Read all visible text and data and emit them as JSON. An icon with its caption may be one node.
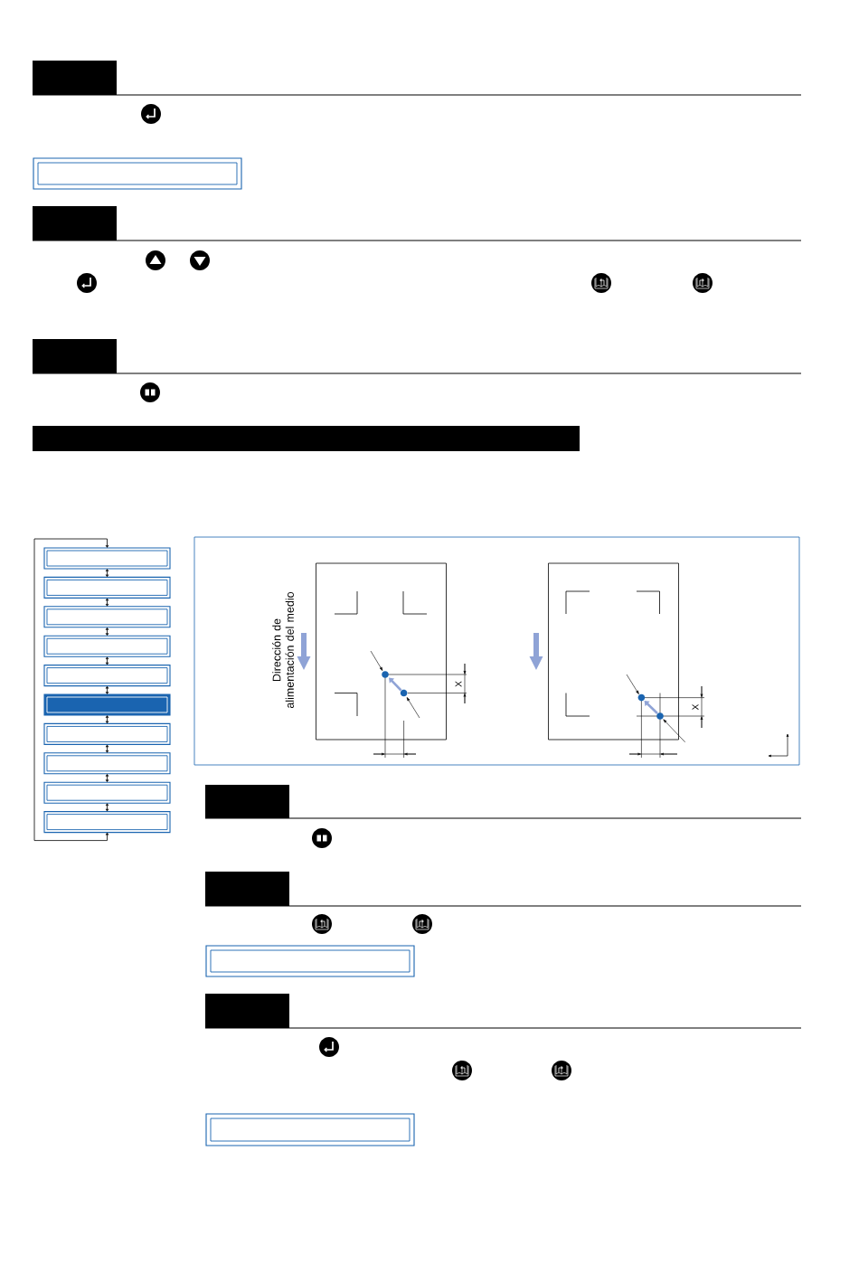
{
  "diagram": {
    "nodes": [
      {
        "text": [],
        "shape": "box"
      },
      {
        "text": [],
        "shape": "box"
      },
      {
        "text": [],
        "shape": "box"
      },
      {
        "text": [],
        "shape": "box"
      },
      {
        "text": [],
        "shape": "box"
      },
      {
        "text": [],
        "shape": "box"
      },
      {
        "text": [],
        "shape": "box"
      },
      {
        "text": [],
        "shape": "box"
      },
      {
        "text": [],
        "shape": "box"
      },
      {
        "text": [],
        "shape": "box"
      },
      {
        "text": [],
        "shape": "box"
      },
      {
        "text": [],
        "shape": "box"
      },
      {
        "text": [],
        "shape": "box"
      },
      {
        "text": [],
        "shape": "box"
      },
      {
        "text": [],
        "shape": "box"
      },
      {
        "text": [],
        "shape": "box"
      },
      {
        "text": [],
        "shape": "box"
      },
      {
        "text": [],
        "shape": "box"
      },
      {
        "text": [],
        "shape": "box"
      },
      {
        "text": [],
        "shape": "box"
      }
    ],
    "edges": [
      {
        "from": 5,
        "to": 6,
        "arrow": "both"
      },
      {
        "from": 6,
        "to": 7,
        "arrow": "both"
      },
      {
        "from": 7,
        "to": 8,
        "arrow": "both"
      },
      {
        "from": 8,
        "to": 9,
        "arrow": "both"
      },
      {
        "from": 9,
        "to": 10,
        "arrow": "both"
      },
      {
        "from": 10,
        "to": 11,
        "arrow": "both"
      },
      {
        "from": 11,
        "to": 12,
        "arrow": "both"
      },
      {
        "from": 12,
        "to": 13,
        "arrow": "both"
      },
      {
        "from": 13,
        "to": 14,
        "arrow": "both"
      },
      {
        "from": 14,
        "to": 5,
        "arrow": "both"
      }
    ],
    "labels": [
      "Dirección de alimentación del medio",
      "X",
      "X"
    ]
  }
}
